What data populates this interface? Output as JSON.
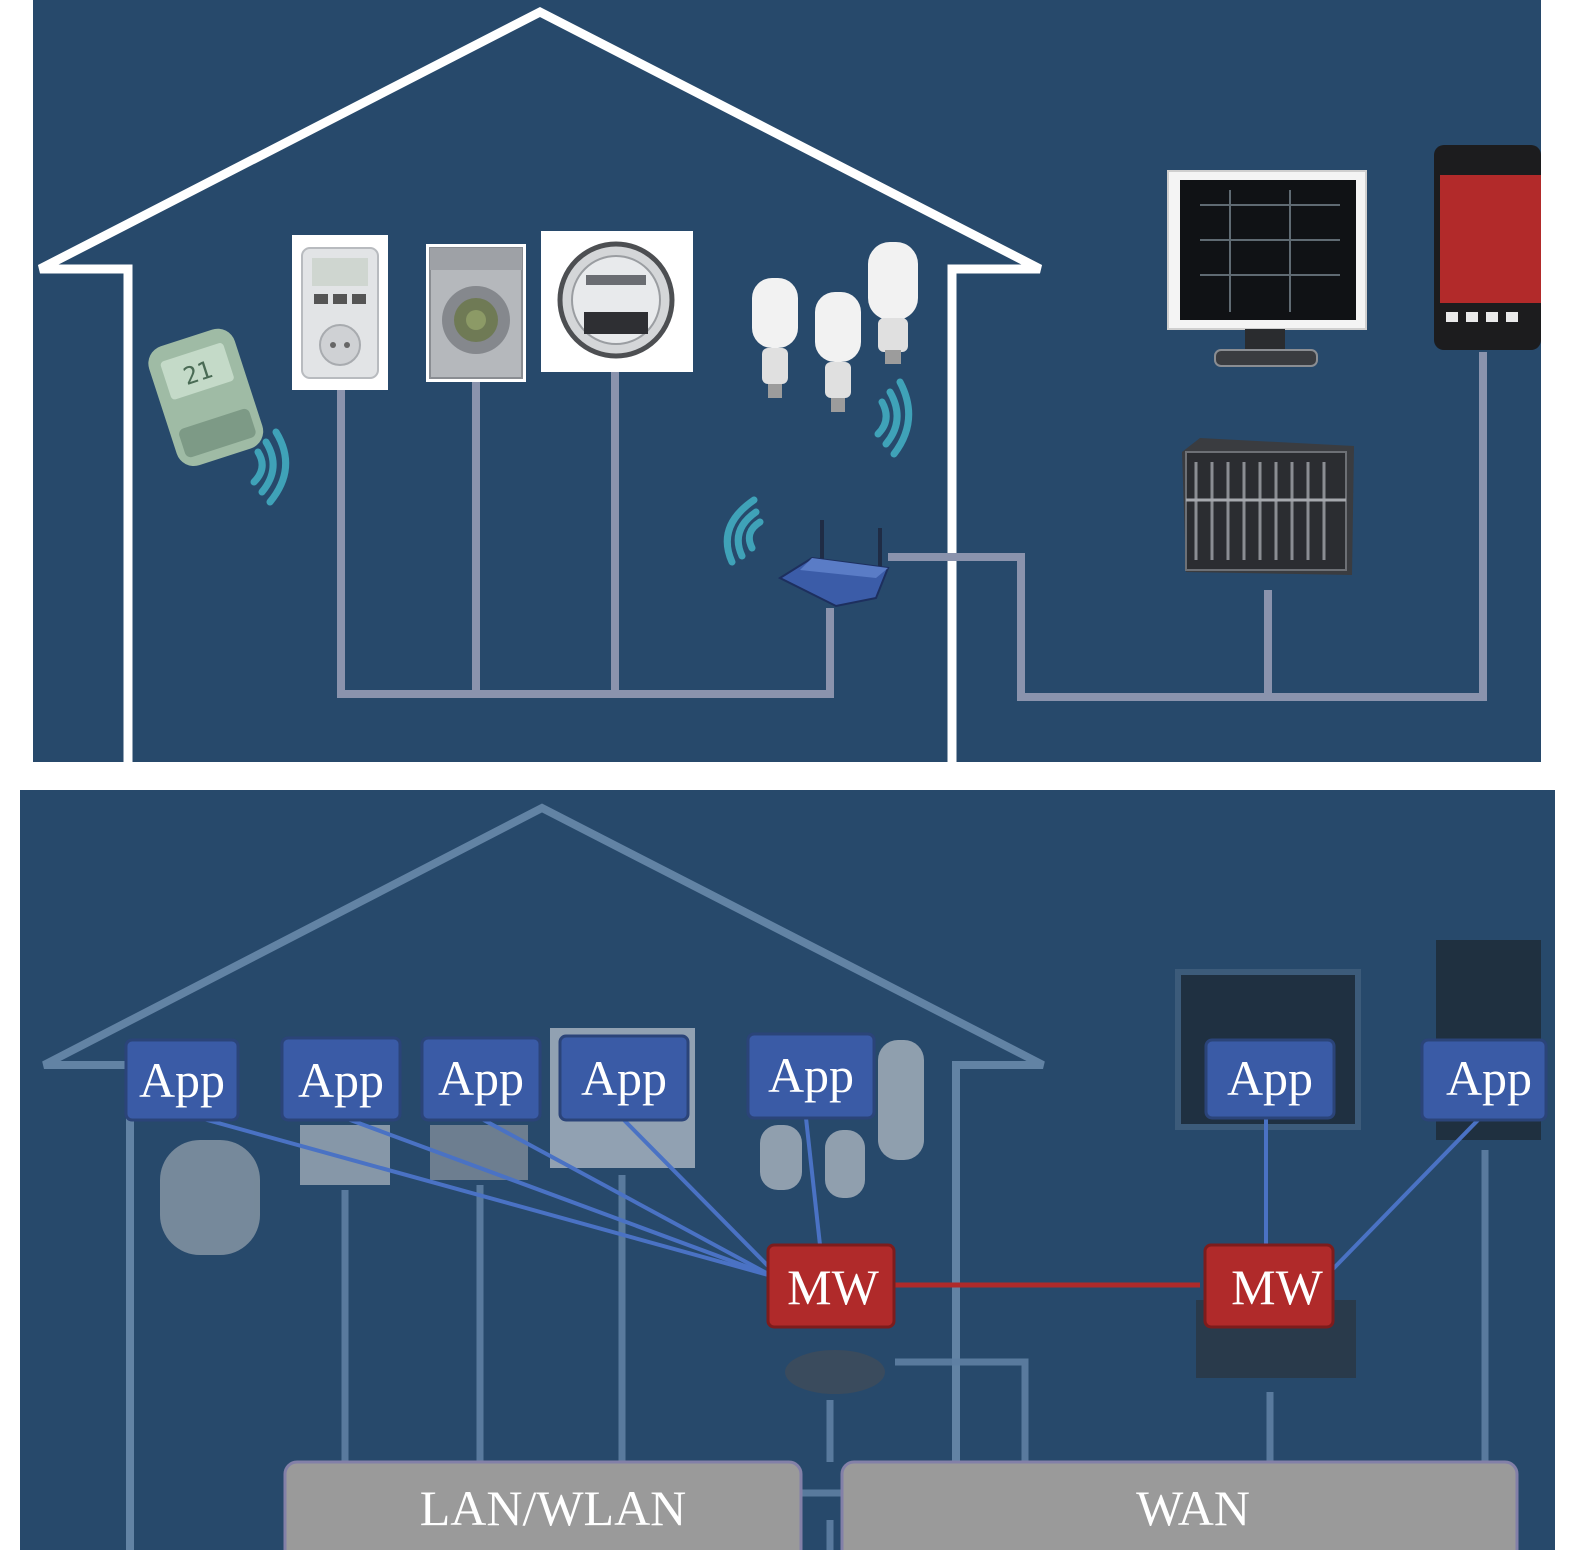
{
  "colors": {
    "panel_bg": "#27496b",
    "house_outline": "#ffffff",
    "wire": "#8a93ad",
    "app_box": "#3a5ba6",
    "mw_box": "#b02a2a",
    "mw_link": "#b02a2a",
    "app_link": "#4a72c4",
    "bar_fill": "#9a9a9a"
  },
  "bottom": {
    "app_label": "App",
    "mw_label": "MW",
    "bars": {
      "lan": "LAN/WLAN",
      "wan": "WAN"
    }
  },
  "icons": [
    "thermostat-valve-icon",
    "energy-meter-plug-icon",
    "washing-machine-icon",
    "electricity-meter-icon",
    "cfl-bulbs-icon",
    "wifi-router-icon",
    "desktop-monitor-icon",
    "smartphone-icon",
    "server-rack-icon",
    "wireless-signal-icon"
  ]
}
